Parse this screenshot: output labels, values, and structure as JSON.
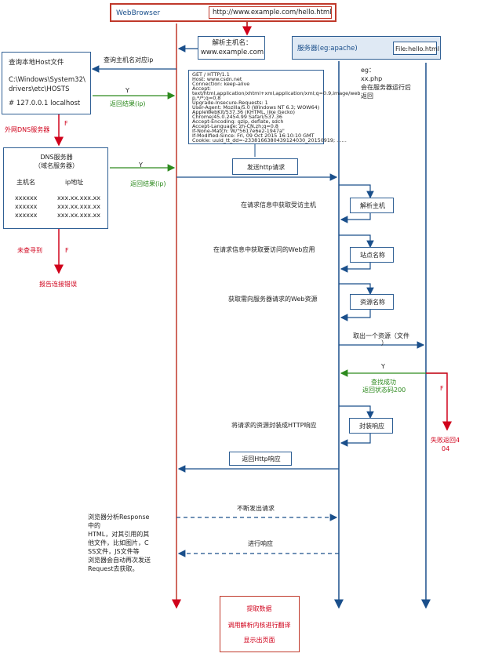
{
  "browser": {
    "title": "WebBrowser",
    "url": "http://www.example.com/hello.html"
  },
  "parse_host": {
    "line1": "解析主机名：",
    "line2": "www.example.com"
  },
  "server": {
    "title": "服务器(eg:apache)",
    "file": "File:hello.html"
  },
  "server_note": {
    "l1": "eg：",
    "l2": "xx.php",
    "l3": "会在服务器运行后",
    "l4": "返回"
  },
  "hosts_box": {
    "title": "查询本地Host文件",
    "path1": "C:\\Windows\\System32\\",
    "path2": "drivers\\etc\\HOSTS",
    "entry": "# 127.0.0.1 localhost"
  },
  "query_ip": "查询主机名对应ip",
  "y1": "Y",
  "return_ip1": "返回结果(ip)",
  "f1": "F",
  "external_dns": "外网DNS服务器",
  "dns": {
    "title1": "DNS服务器",
    "title2": "（域名服务器）",
    "col1": "主机名",
    "col2": "ip地址",
    "rows": [
      [
        "xxxxxx",
        "xxx.xx.xxx.xx"
      ],
      [
        "xxxxxx",
        "xxx.xx.xxx.xx"
      ],
      [
        "xxxxxx",
        "xxx.xx.xxx.xx"
      ]
    ]
  },
  "y2": "Y",
  "return_ip2": "返回结果(ip)",
  "not_found": "未查寻到",
  "f2": "F",
  "report_error": "报告连接错误",
  "http_request": [
    "GET / HTTP/1.1",
    "Host: www.csdn.net",
    "Connection: keep-alive",
    "Accept:",
    "text/html,application/xhtml+xml,application/xml;q=0.9,image/web",
    "p,*/*;q=0.8",
    "Upgrade-Insecure-Requests: 1",
    "User-Agent: Mozilla/5.0 (Windows NT 6.3; WOW64)",
    "AppleWebKit/537.36 (KHTML, like Gecko)",
    "Chrome/45.0.2454.99 Safari/537.36",
    "Accept-Encoding: gzip, deflate, sdch",
    "Accept-Language: zh-CN,zh;q=0.8",
    "If-None-Match: W/\"5617e6e2-1947a\"",
    "If-Modified-Since: Fri, 09 Oct 2015 16:10:10 GMT",
    "Cookie: uuid_tt_dd=-2338166380439124030_20150919; ……"
  ],
  "send_http": "发送http请求",
  "step_host_text": "在请求信息中获取受访主机",
  "step_host_box": "解析主机",
  "step_app_text": "在请求信息中获取要访问的Web应用",
  "step_app_box": "站点名称",
  "step_res_text": "获取需向服务器请求的Web资源",
  "step_res_box": "资源名称",
  "fetch_file": {
    "l1": "取出一个资源（文件",
    "l2": "）"
  },
  "y3": "Y",
  "found": {
    "l1": "查找成功",
    "l2": "返回状态码200"
  },
  "f3": "F",
  "fail": {
    "l1": "失败返回4",
    "l2": "04"
  },
  "wrap_text": "将请求的资源封装成HTTP响应",
  "wrap_box": "封装响应",
  "return_http": "返回Http响应",
  "keep_request": "不断发出请求",
  "respond": "进行响应",
  "browser_note": [
    "浏览器分析Response",
    "中的",
    "HTML，对其引用的其",
    "他文件，比如图片，C",
    "SS文件，JS文件等",
    "浏览器会自动再次发送",
    "Request去获取。"
  ],
  "final": {
    "l1": "提取数据",
    "l2": "调用解析内核进行翻译",
    "l3": "显示出页面"
  },
  "colors": {
    "blue": "#1a4f8b",
    "red": "#d0021b",
    "green": "#2d8a1e"
  }
}
